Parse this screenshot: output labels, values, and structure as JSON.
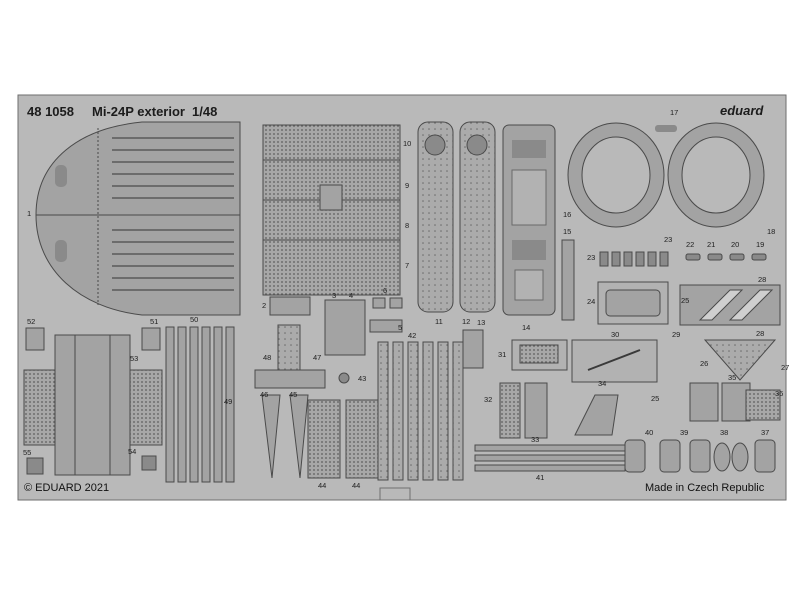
{
  "sheet": {
    "catalog_number": "48 1058",
    "title": "Mi-24P exterior",
    "scale": "1/48",
    "brand": "eduard",
    "copyright": "© EDUARD 2021",
    "origin": "Made in Czech Republic"
  },
  "colors": {
    "fret": "#b9b9b9",
    "fret_edge": "#6e6e6e",
    "part": "#a3a3a3",
    "part_dark": "#7d7d7d",
    "part_line": "#4a4a4a",
    "text": "#1e1e1e"
  },
  "part_numbers": {
    "p1": "1",
    "p2": "2",
    "p3": "3",
    "p4": "4",
    "p5": "5",
    "p6": "6",
    "p7": "7",
    "p8": "8",
    "p9": "9",
    "p10": "10",
    "p11": "11",
    "p12": "12",
    "p13": "13",
    "p14": "14",
    "p15": "15",
    "p16": "16",
    "p17": "17",
    "p18": "18",
    "p19": "19",
    "p20": "20",
    "p21": "21",
    "p22": "22",
    "p23a": "23",
    "p23b": "23",
    "p24": "24",
    "p25a": "25",
    "p25b": "25",
    "p26": "26",
    "p27": "27",
    "p28a": "28",
    "p28b": "28",
    "p29": "29",
    "p30": "30",
    "p31": "31",
    "p32": "32",
    "p33": "33",
    "p34": "34",
    "p35": "35",
    "p36": "36",
    "p37": "37",
    "p38": "38",
    "p39": "39",
    "p40": "40",
    "p41": "41",
    "p42": "42",
    "p43": "43",
    "p44a": "44",
    "p44b": "44",
    "p45": "45",
    "p46": "46",
    "p47": "47",
    "p48": "48",
    "p49": "49",
    "p50": "50",
    "p51": "51",
    "p52": "52",
    "p53": "53",
    "p54": "54",
    "p55": "55"
  }
}
